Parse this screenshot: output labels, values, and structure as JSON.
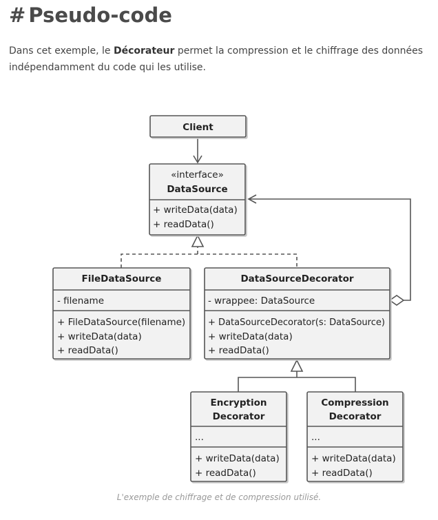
{
  "heading": {
    "hash": "#",
    "title": "Pseudo-code"
  },
  "intro": {
    "before": "Dans cet exemple, le ",
    "emphasis": "Décorateur",
    "after": " permet la compression et le chiffrage des données indépendamment du code qui les utilise."
  },
  "diagram": {
    "client": {
      "name": "Client"
    },
    "datasource": {
      "stereotype": "«interface»",
      "name": "DataSource",
      "methods": [
        "+ writeData(data)",
        "+ readData()"
      ]
    },
    "file_datasource": {
      "name": "FileDataSource",
      "fields": [
        "- filename"
      ],
      "methods": [
        "+ FileDataSource(filename)",
        "+ writeData(data)",
        "+ readData()"
      ]
    },
    "decorator": {
      "name": "DataSourceDecorator",
      "fields": [
        "- wrappee: DataSource"
      ],
      "methods": [
        "+ DataSourceDecorator(s: DataSource)",
        "+ writeData(data)",
        "+ readData()"
      ]
    },
    "encryption": {
      "name_line1": "Encryption",
      "name_line2": "Decorator",
      "fields": [
        "..."
      ],
      "methods": [
        "+ writeData(data)",
        "+ readData()"
      ]
    },
    "compression": {
      "name_line1": "Compression",
      "name_line2": "Decorator",
      "fields": [
        "..."
      ],
      "methods": [
        "+ writeData(data)",
        "+ readData()"
      ]
    }
  },
  "caption": "L'exemple de chiffrage et de compression utilisé."
}
